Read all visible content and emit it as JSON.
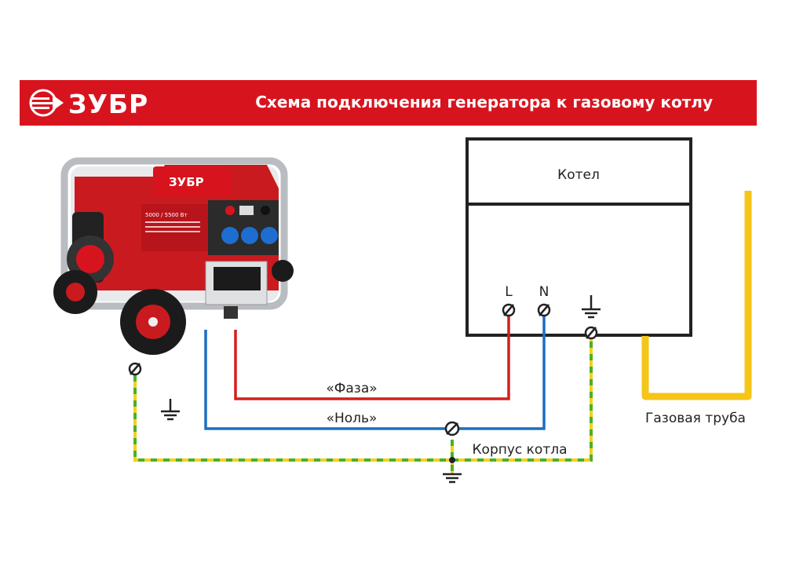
{
  "header": {
    "brand": "ЗУБР",
    "title": "Схема подключения генератора к газовому котлу",
    "background": "#d7141e"
  },
  "diagram": {
    "boiler_label": "Котел",
    "terminal_L": "L",
    "terminal_N": "N",
    "phase_label": "«Фаза»",
    "neutral_label": "«Ноль»",
    "boiler_body_label": "Корпус котла",
    "gas_pipe_label": "Газовая труба",
    "colors": {
      "phase": "#d41e1e",
      "neutral": "#1a6fc4",
      "ground_yellow": "#f2d21a",
      "ground_green": "#4caf2a",
      "gas_pipe": "#f5c518"
    }
  },
  "generator": {
    "brand": "ЗУБР",
    "model_label": "5000 / 5500 Вт"
  }
}
